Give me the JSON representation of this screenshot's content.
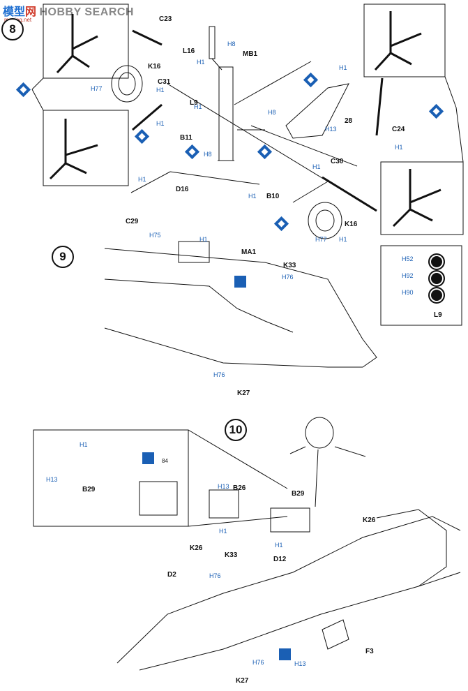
{
  "watermark": {
    "part1": "模型",
    "part2": "网",
    "part3": "HOBBY SEARCH",
    "sub": "moxing.net"
  },
  "steps": {
    "step8": "8",
    "step9": "9",
    "step10": "10"
  },
  "labels": {
    "C23": "C23",
    "L16": "L16",
    "MB1": "MB1",
    "K16_top": "K16",
    "C31": "C31",
    "L9": "L9",
    "B11": "B11",
    "B10": "B10",
    "D16": "D16",
    "28": "28",
    "C24": "C24",
    "C30": "C30",
    "K16_bottom": "K16",
    "C29": "C29",
    "MA1": "MA1",
    "K33_9": "K33",
    "K27_9": "K27",
    "L9_panel": "L9",
    "B29_panel": "B29",
    "B26": "B26",
    "B29": "B29",
    "K26_left": "K26",
    "K26_right": "K26",
    "K33_10": "K33",
    "D12": "D12",
    "D2": "D2",
    "F3": "F3",
    "K27_10": "K27",
    "decal_84": "84"
  },
  "paint_codes": [
    "H77",
    "H8",
    "H1",
    "H1",
    "H8",
    "H1",
    "H8",
    "H1",
    "H1",
    "H13",
    "H1",
    "H1",
    "H1",
    "H1",
    "H77",
    "H1",
    "H75",
    "H1",
    "H76",
    "H76",
    "H52",
    "H92",
    "H90",
    "H1",
    "H13",
    "H13",
    "H1",
    "H1",
    "H76",
    "H76",
    "H13"
  ],
  "colors": {
    "accent": "#1a5fb4",
    "line": "#111111"
  },
  "icons": [
    "diamond-icon",
    "parachute-icon",
    "star-icon"
  ]
}
